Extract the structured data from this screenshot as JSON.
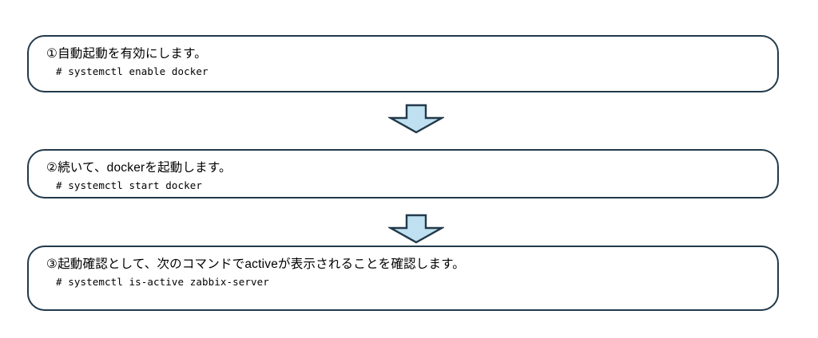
{
  "diagram": {
    "type": "flowchart",
    "orientation": "vertical",
    "background_color": "#ffffff",
    "box_border_color": "#22394a",
    "box_fill_color": "#ffffff",
    "arrow_fill_color": "#bfe0f0",
    "arrow_border_color": "#22394a",
    "steps": [
      {
        "marker": "①",
        "title": "①自動起動を有効にします。",
        "command": "# systemctl enable docker"
      },
      {
        "marker": "②",
        "title": "②続いて、dockerを起動します。",
        "command": "# systemctl start docker"
      },
      {
        "marker": "③",
        "title": "③起動確認として、次のコマンドでactiveが表示されることを確認します。",
        "command": "# systemctl is-active zabbix-server"
      }
    ],
    "connectors": [
      {
        "name": "down-arrow-1",
        "direction": "down"
      },
      {
        "name": "down-arrow-2",
        "direction": "down"
      }
    ]
  }
}
